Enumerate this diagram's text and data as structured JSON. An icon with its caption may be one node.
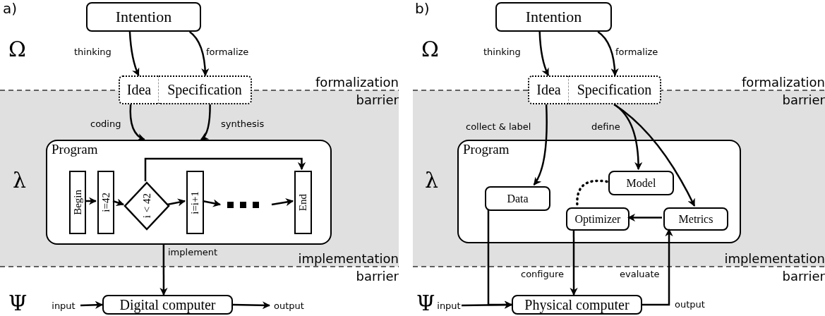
{
  "diagram": {
    "nodes": [
      {
        "text": [
          "Intention"
        ]
      },
      {
        "text": [
          "Idea"
        ]
      },
      {
        "text": [
          "Specification"
        ]
      },
      {
        "text": [
          "Program"
        ]
      },
      {
        "text": [
          "Begin"
        ],
        "in": 3
      },
      {
        "text": [
          "i=42"
        ],
        "in": 3
      },
      {
        "text": [
          "i < 42"
        ],
        "in": 3
      },
      {
        "text": [
          "i=i+1"
        ],
        "in": 3
      },
      {
        "text": [
          "End"
        ],
        "in": 3
      },
      {
        "text": [
          "Digital computer"
        ]
      },
      {
        "text": [
          "input"
        ]
      },
      {
        "text": [
          "output"
        ]
      },
      {
        "text": [
          "Intention"
        ]
      },
      {
        "text": [
          "Idea"
        ]
      },
      {
        "text": [
          "Specification"
        ]
      },
      {
        "text": [
          "Program"
        ]
      },
      {
        "text": [
          "Data"
        ],
        "in": 15
      },
      {
        "text": [
          "Model"
        ],
        "in": 15
      },
      {
        "text": [
          "Optimizer"
        ],
        "in": 15
      },
      {
        "text": [
          "Metrics"
        ],
        "in": 15
      },
      {
        "text": [
          "Physical computer"
        ]
      },
      {
        "text": [
          "input"
        ]
      }
    ],
    "edges": [
      {
        "from": 0,
        "to": 1,
        "arrow": "to",
        "label": "thinking"
      },
      {
        "from": 0,
        "to": 2,
        "arrow": "to",
        "label": "formalize"
      },
      {
        "from": 1,
        "to": 3,
        "arrow": "to",
        "label": "coding"
      },
      {
        "from": 2,
        "to": 3,
        "arrow": "to",
        "label": "synthesis"
      },
      {
        "from": 4,
        "to": 5,
        "arrow": "to"
      },
      {
        "from": 5,
        "to": 6,
        "arrow": "to"
      },
      {
        "from": 6,
        "to": 7,
        "arrow": "to"
      },
      {
        "from": 7,
        "to": null,
        "arrow": "to"
      },
      {
        "from": null,
        "to": 8,
        "arrow": "to"
      },
      {
        "from": 6,
        "to": 8,
        "arrow": "to"
      },
      {
        "from": 3,
        "to": 9,
        "arrow": "to",
        "label": "implement"
      },
      {
        "from": 10,
        "to": 9,
        "arrow": "to"
      },
      {
        "from": 9,
        "to": 11,
        "arrow": "to"
      },
      {
        "from": 12,
        "to": 13,
        "arrow": "to",
        "label": "thinking"
      },
      {
        "from": 12,
        "to": 14,
        "arrow": "to",
        "label": "formalize"
      },
      {
        "from": 13,
        "to": 16,
        "arrow": "to",
        "label": "collect & label"
      },
      {
        "from": 14,
        "to": 17,
        "arrow": "to",
        "label": "define"
      },
      {
        "from": 14,
        "to": 19,
        "arrow": "to"
      },
      {
        "from": 17,
        "to": 18,
        "arrow": "none",
        "style": "dashed"
      },
      {
        "from": 19,
        "to": 18,
        "arrow": "to"
      },
      {
        "from": 18,
        "to": 20,
        "arrow": "to",
        "label": "configure"
      },
      {
        "from": 16,
        "to": 20,
        "arrow": "to"
      },
      {
        "from": 21,
        "to": 20,
        "arrow": "to"
      },
      {
        "from": 20,
        "to": 19,
        "arrow": "to",
        "label": "evaluate"
      }
    ],
    "labels": [
      "a)",
      "Ω",
      "formalization barrier",
      "λ",
      "implementation barrier",
      "Ψ",
      "b)",
      "Ω",
      "formalization barrier",
      "λ",
      "implementation barrier",
      "Ψ",
      "output"
    ]
  }
}
